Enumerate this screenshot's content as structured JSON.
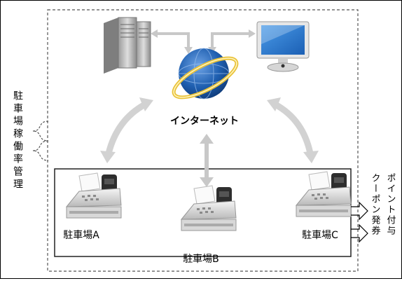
{
  "internet_label": "インターネット",
  "side_label": "駐車場稼働率管理",
  "right_label_col1": "クーポン発券",
  "right_label_col2": "ポイント付与",
  "terminals": [
    {
      "id": "a",
      "label": "駐車場A"
    },
    {
      "id": "b",
      "label": "駐車場B"
    },
    {
      "id": "c",
      "label": "駐車場C"
    }
  ],
  "icons": {
    "server": "server-icon",
    "globe": "globe-icon",
    "monitor": "monitor-icon",
    "terminal": "pos-terminal-icon"
  },
  "colors": {
    "arrow": "#cfcfcf",
    "globe_blue": "#1f5fb0",
    "ring_gold": "#e9c23a",
    "border": "#444444"
  }
}
